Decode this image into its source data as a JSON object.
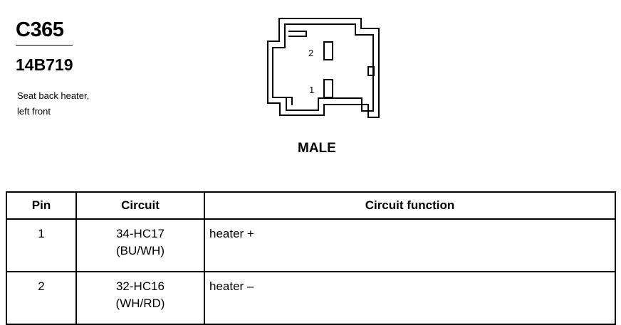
{
  "connector": {
    "id": "C365",
    "part_number": "14B719",
    "description_lines": [
      "Seat back heater,",
      "left front"
    ]
  },
  "diagram": {
    "gender": "MALE",
    "pin_labels": [
      "2",
      "1"
    ]
  },
  "table": {
    "headers": [
      "Pin",
      "Circuit",
      "Circuit function"
    ],
    "rows": [
      {
        "pin": "1",
        "circuit": "34-HC17",
        "color": "(BU/WH)",
        "function": "heater +"
      },
      {
        "pin": "2",
        "circuit": "32-HC16",
        "color": "(WH/RD)",
        "function": "heater –"
      }
    ]
  }
}
